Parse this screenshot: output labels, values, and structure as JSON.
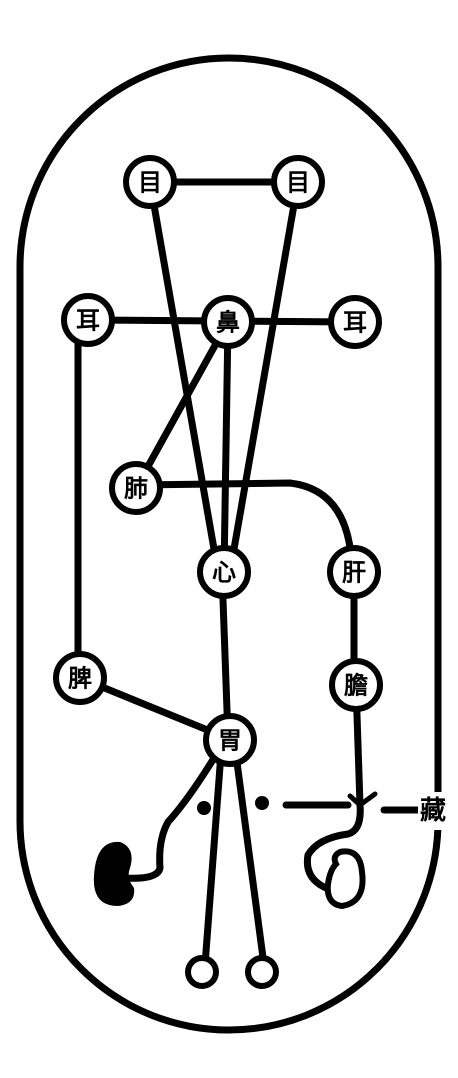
{
  "nodes": [
    {
      "id": "eye-left",
      "label": "目"
    },
    {
      "id": "eye-right",
      "label": "目"
    },
    {
      "id": "ear-left",
      "label": "耳"
    },
    {
      "id": "nose",
      "label": "鼻"
    },
    {
      "id": "ear-right",
      "label": "耳"
    },
    {
      "id": "lung",
      "label": "肺"
    },
    {
      "id": "heart",
      "label": "心"
    },
    {
      "id": "liver",
      "label": "肝"
    },
    {
      "id": "spleen",
      "label": "脾"
    },
    {
      "id": "gallbladder",
      "label": "膽"
    },
    {
      "id": "stomach",
      "label": "胃"
    }
  ],
  "edge_label": "藏"
}
